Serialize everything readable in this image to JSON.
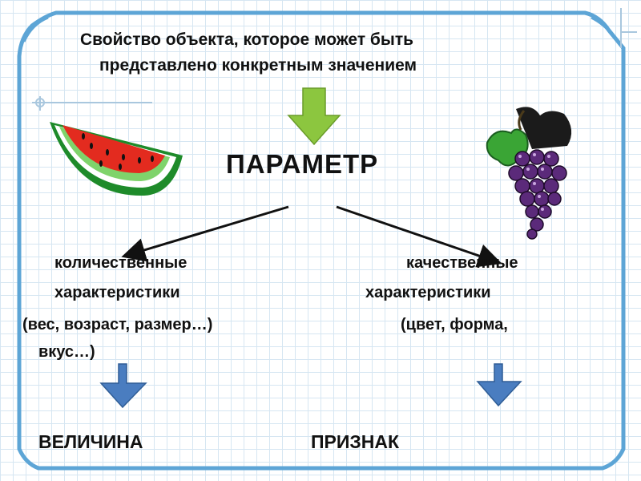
{
  "definition": {
    "line1": "Свойство объекта, которое может быть",
    "line2": "представлено конкретным значением"
  },
  "central_term": "ПАРАМЕТР",
  "quantitative": {
    "line1": "количественные",
    "line2": "характеристики",
    "line3": "(вес, возраст, размер…)",
    "line4": "вкус…)"
  },
  "qualitative": {
    "line1": "качественные",
    "line2": "характеристики",
    "line3": "(цвет, форма,"
  },
  "results": {
    "left": "ВЕЛИЧИНА",
    "right": "ПРИЗНАК"
  },
  "colors": {
    "frame": "#5da5d6",
    "green_arrow": "#8cc63f",
    "blue_arrow": "#4a7dc0"
  },
  "icons": {
    "watermelon": "watermelon-slice-icon",
    "grapes": "grape-bunch-icon"
  }
}
